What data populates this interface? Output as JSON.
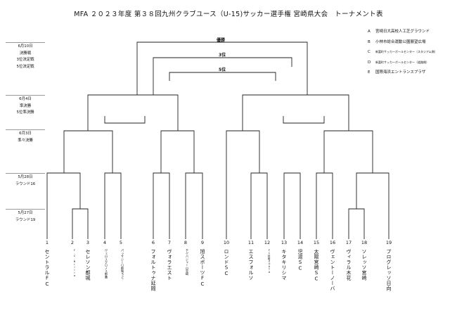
{
  "title": "MFA ２０２３年度 第３８回九州クラブユース（U-15)サッカー選手権 宮崎県大会　トーナメント表",
  "venues": [
    {
      "code": "A",
      "name": "宮崎日大高校人工芝グラウンド",
      "small": false
    },
    {
      "code": "B",
      "name": "小林市総合運動公園展望広場",
      "small": false
    },
    {
      "code": "C",
      "name": "新富町サッカーボールセンター（スタジアム側）",
      "small": true
    },
    {
      "code": "D",
      "name": "新富町サッカーボールセンター（道路側）",
      "small": true
    },
    {
      "code": "E",
      "name": "国際海浜エントランスプラザ",
      "small": false
    }
  ],
  "rounds": {
    "r1": {
      "date": "6月10日",
      "line1": "決勝戦",
      "line2": "3位決定戦",
      "line3": "5位決定戦"
    },
    "r2": {
      "date": "6月4日",
      "line1": "準決勝",
      "line2": "5位準決勝"
    },
    "r3": {
      "date": "6月3日",
      "line1": "準々決勝"
    },
    "r4": {
      "date": "5月28日",
      "line1": "ラウンド16"
    },
    "r5": {
      "date": "5月27日",
      "line1": "ラウンド19"
    }
  },
  "places": {
    "first": "優勝",
    "third": "3位",
    "fifth": "5位"
  },
  "teams": [
    {
      "num": "1",
      "name": "セントラルFC",
      "size": ""
    },
    {
      "num": "2",
      "name": "F.C.Brilla",
      "size": "xs"
    },
    {
      "num": "3",
      "name": "セレソン都城",
      "size": ""
    },
    {
      "num": "4",
      "name": "ヴェロスクロノス都農",
      "size": "sm"
    },
    {
      "num": "5",
      "name": "パッサジーロ都城SC",
      "size": "sm"
    },
    {
      "num": "6",
      "name": "フォルトゥナ延岡",
      "size": ""
    },
    {
      "num": "7",
      "name": "ヴォラエスト",
      "size": ""
    },
    {
      "num": "8",
      "name": "テゲバジャーロ宮崎",
      "size": "sm"
    },
    {
      "num": "9",
      "name": "旭スポーツFC",
      "size": ""
    },
    {
      "num": "10",
      "name": "ロンドSC",
      "size": ""
    },
    {
      "num": "11",
      "name": "エスフォルソ",
      "size": ""
    },
    {
      "num": "12",
      "name": "FC延岡AGATA",
      "size": "xs"
    },
    {
      "num": "13",
      "name": "キタキリシマ",
      "size": ""
    },
    {
      "num": "14",
      "name": "児湯SC",
      "size": ""
    },
    {
      "num": "15",
      "name": "太陽宮崎SC",
      "size": ""
    },
    {
      "num": "16",
      "name": "ヴェントーノーバ",
      "size": ""
    },
    {
      "num": "17",
      "name": "ヴィラル木花",
      "size": ""
    },
    {
      "num": "18",
      "name": "ソレッソ宮崎",
      "size": ""
    },
    {
      "num": "19",
      "name": "プログレッソ日向",
      "size": ""
    }
  ]
}
